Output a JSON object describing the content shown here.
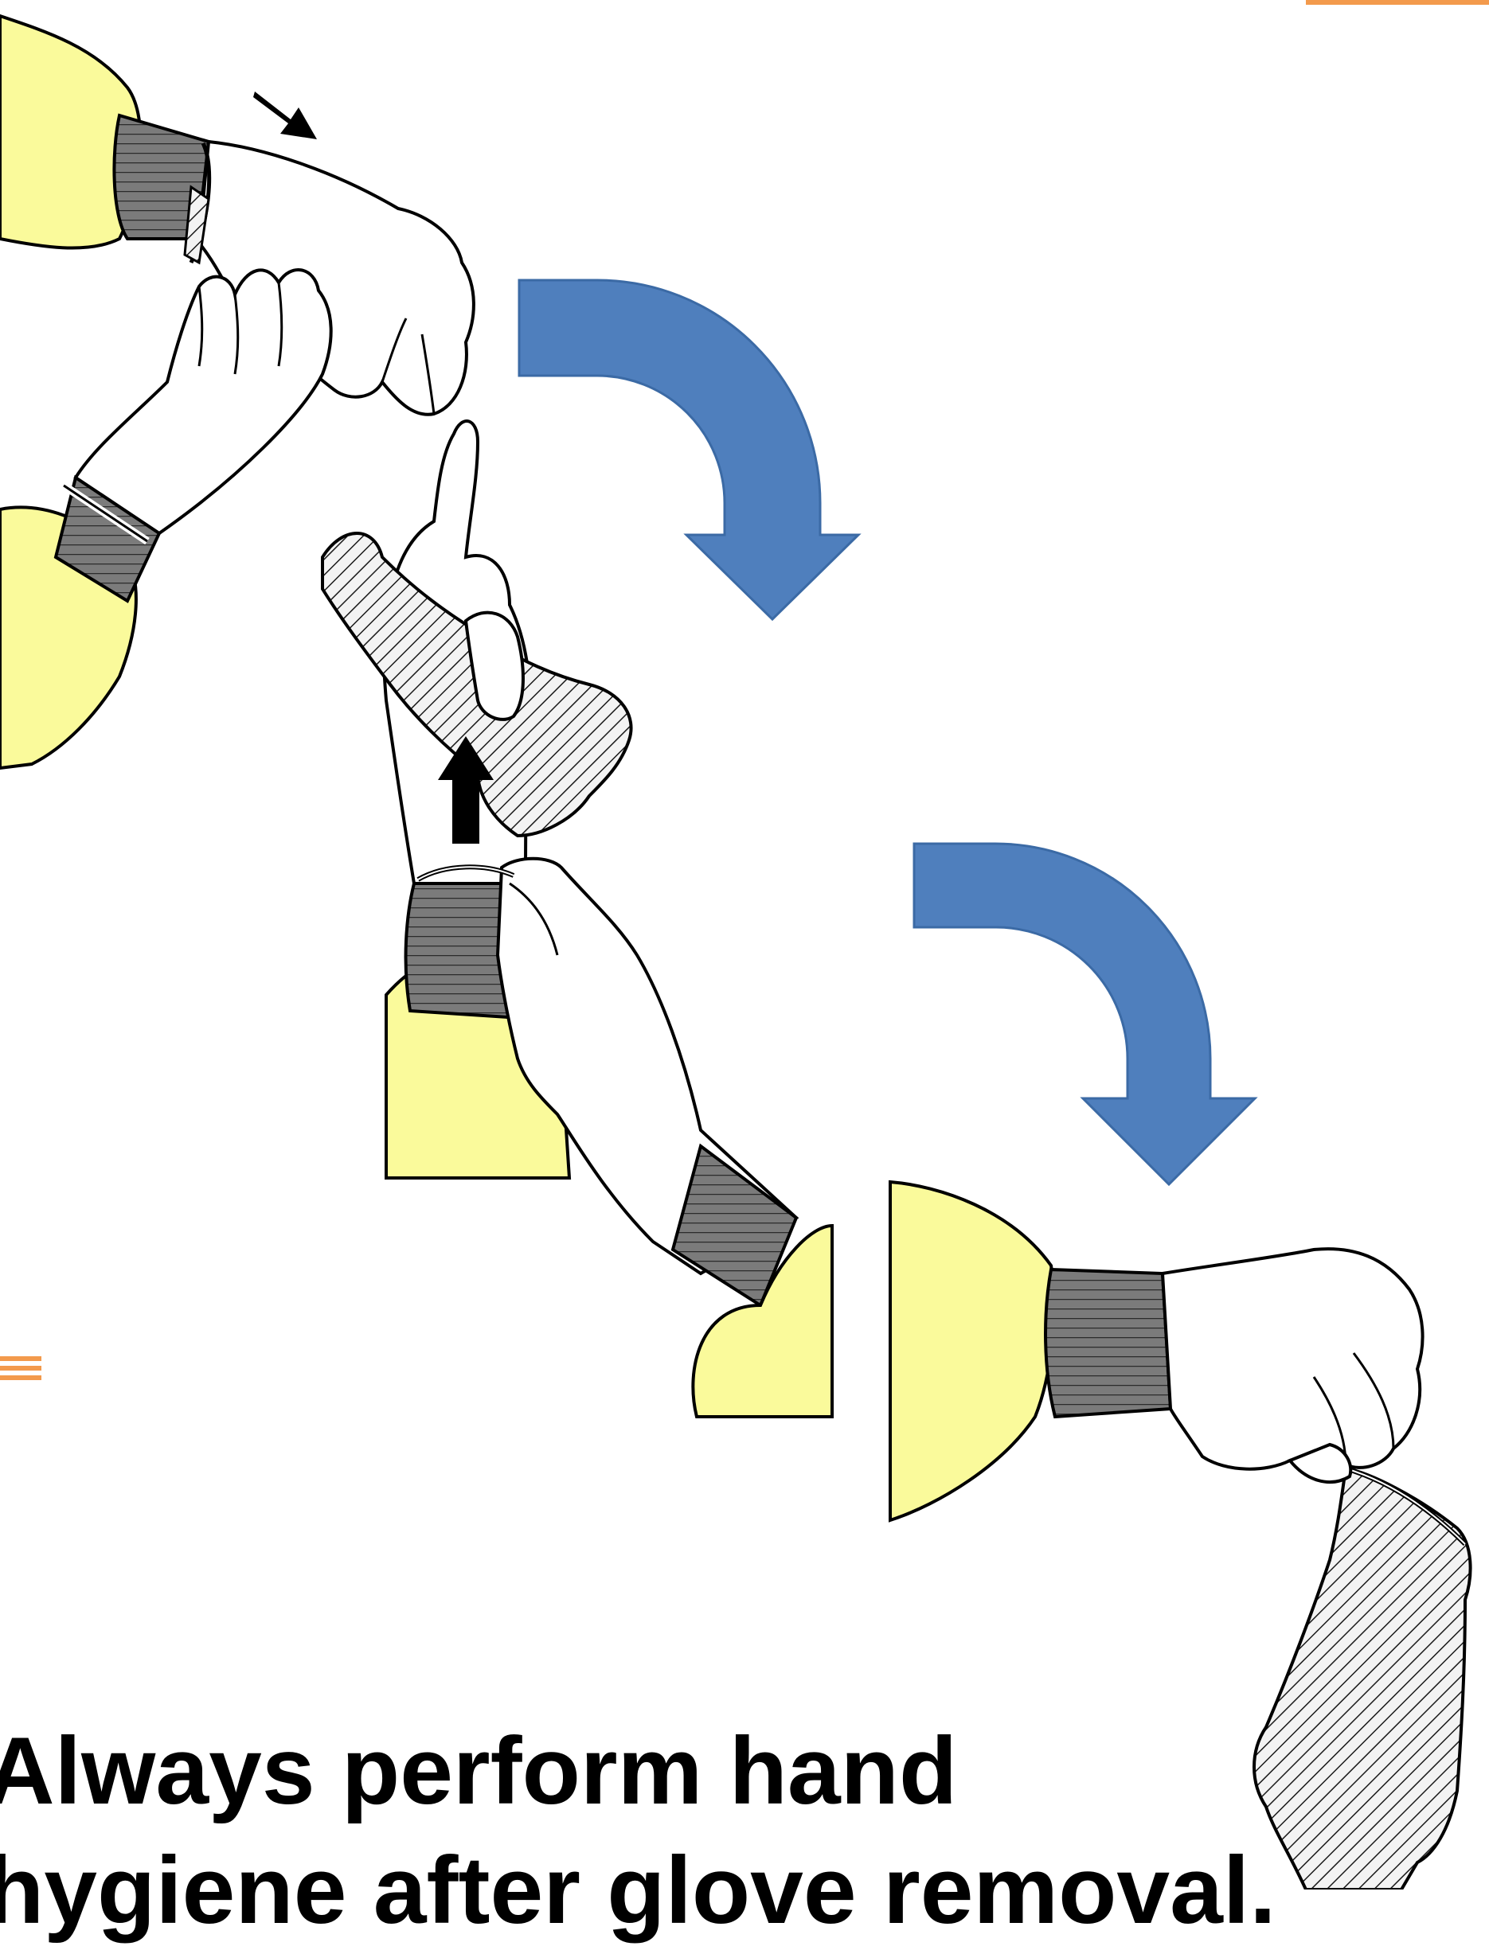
{
  "caption": {
    "line1": "Always perform hand",
    "line2": "hygiene after glove removal."
  },
  "colors": {
    "arrow_fill": "#4f7fbd",
    "arrow_stroke": "#3b6aa5",
    "gown_yellow": "#fafa9b",
    "cuff_gray": "#7b7b7b",
    "accent_orange": "#f39a4c",
    "ink": "#000000"
  },
  "steps": [
    {
      "name": "grasp-outside-of-glove",
      "icons": [
        "gowned-arm",
        "gloved-hand",
        "direction-arrow"
      ]
    },
    {
      "name": "slide-finger-under-glove",
      "icons": [
        "gowned-arm",
        "ungloved-hand",
        "direction-arrow"
      ]
    },
    {
      "name": "hold-removed-gloves",
      "icons": [
        "gowned-arm",
        "ungloved-hand",
        "removed-glove"
      ]
    }
  ],
  "flow_arrows": [
    "curved-down-arrow",
    "curved-down-arrow"
  ]
}
